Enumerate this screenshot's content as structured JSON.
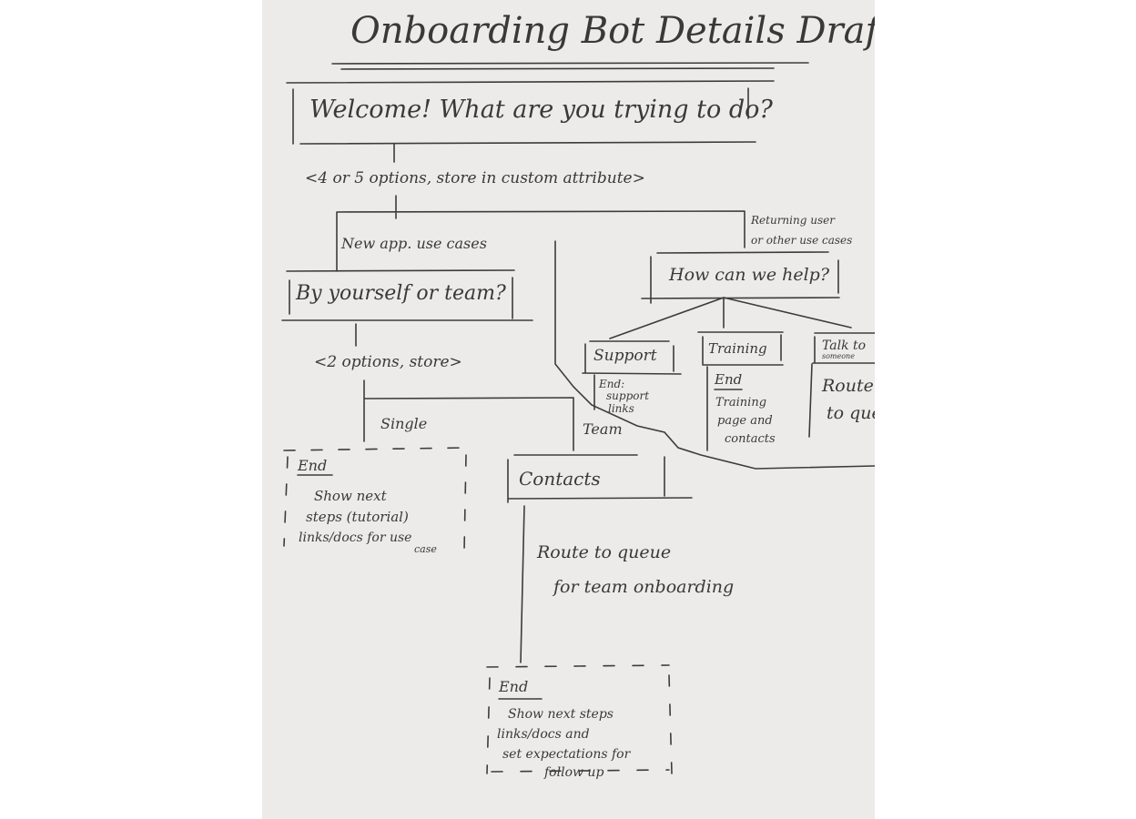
{
  "title": "Onboarding Bot Details Draft",
  "welcome": {
    "question": "Welcome! What are you trying to do?",
    "note": "<4 or 5 options, store in custom attribute>"
  },
  "branch_new": {
    "label": "New app. use cases"
  },
  "branch_returning": {
    "label_line1": "Returning user",
    "label_line2": "or other use cases"
  },
  "team_question": {
    "question": "By yourself or team?",
    "note": "<2 options, store>"
  },
  "single": {
    "label": "Single",
    "end": "End",
    "lines": [
      "Show next",
      "steps (tutorial)",
      "links/docs for use",
      "case"
    ]
  },
  "team": {
    "label": "Team",
    "box": "Contacts",
    "route_line1": "Route to queue",
    "route_line2": "for team onboarding",
    "end": "End",
    "lines": [
      "Show next steps",
      "links/docs and",
      "set expectations for",
      "follow up"
    ]
  },
  "help": {
    "question": "How can we help?",
    "support": {
      "box": "Support",
      "lines": [
        "End:",
        "support",
        "links"
      ]
    },
    "training": {
      "box": "Training",
      "end": "End",
      "lines": [
        "Training",
        "page and",
        "contacts"
      ]
    },
    "talk": {
      "box_line1": "Talk to",
      "box_line2": "someone",
      "route_line1": "Route",
      "route_line2": "to queue"
    }
  }
}
